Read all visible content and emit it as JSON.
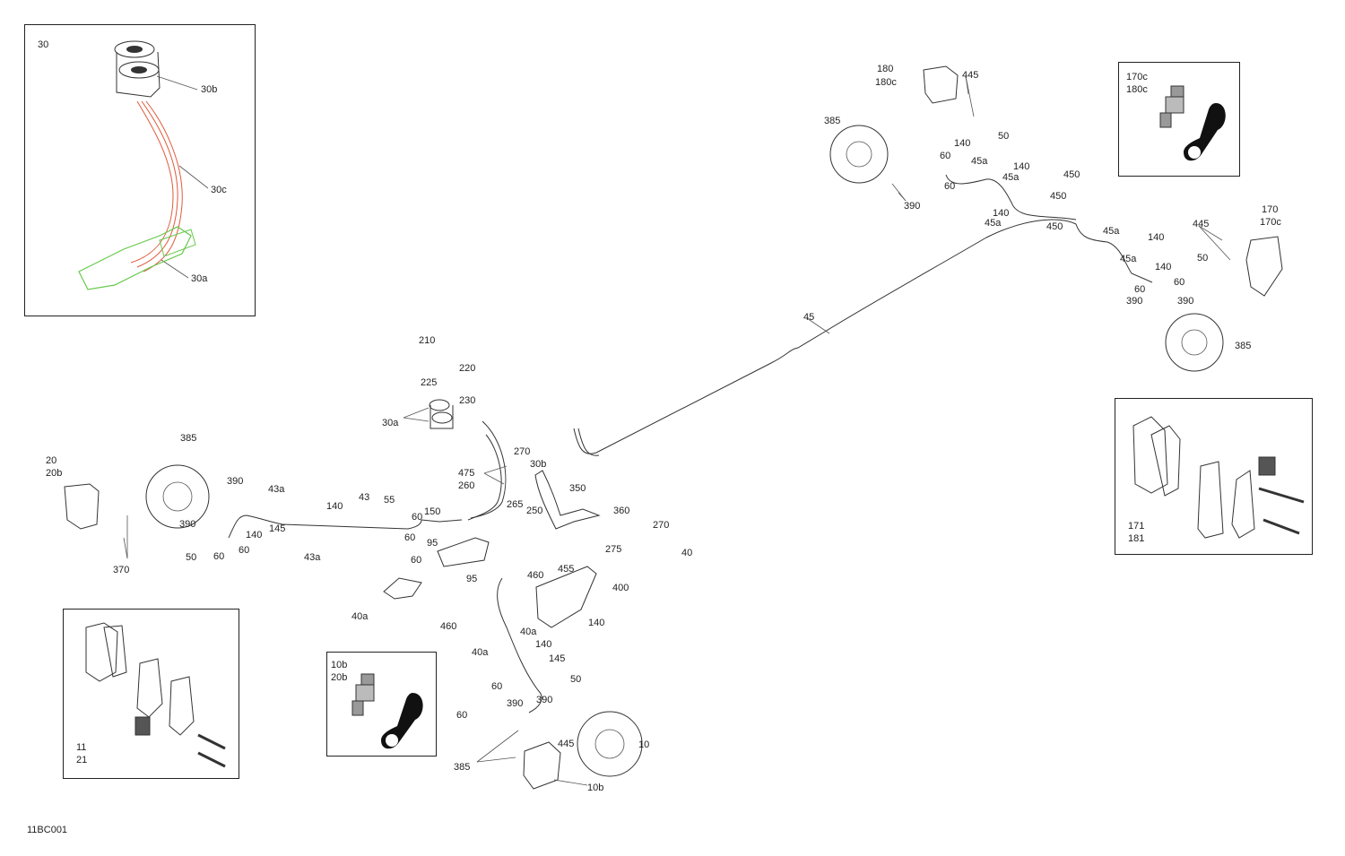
{
  "diagram_code": "11BC001",
  "detail_boxes": [
    {
      "id": "box-30",
      "lines": [
        "30"
      ]
    },
    {
      "id": "box-10b",
      "lines": [
        "10b",
        "20b"
      ]
    },
    {
      "id": "box-11",
      "lines": [
        "11",
        "21"
      ]
    },
    {
      "id": "box-170c",
      "lines": [
        "170c",
        "180c"
      ]
    },
    {
      "id": "box-171",
      "lines": [
        "171",
        "181"
      ]
    }
  ],
  "labels": [
    "30b",
    "30c",
    "30a",
    "180",
    "180c",
    "445",
    "385",
    "140",
    "50",
    "60",
    "45a",
    "140",
    "45a",
    "60",
    "390",
    "450",
    "450",
    "140",
    "45a",
    "450",
    "45a",
    "140",
    "445",
    "170",
    "170c",
    "140",
    "50",
    "45a",
    "60",
    "60",
    "390",
    "390",
    "385",
    "45",
    "210",
    "220",
    "225",
    "230",
    "30a",
    "20",
    "20b",
    "385",
    "390",
    "43a",
    "140",
    "43",
    "55",
    "60",
    "150",
    "390",
    "140",
    "145",
    "50",
    "60",
    "60",
    "43a",
    "60",
    "95",
    "60",
    "95",
    "370",
    "270",
    "30b",
    "475",
    "260",
    "265",
    "250",
    "350",
    "360",
    "270",
    "275",
    "40",
    "460",
    "455",
    "400",
    "40a",
    "460",
    "140",
    "40a",
    "140",
    "40a",
    "145",
    "60",
    "390",
    "50",
    "60",
    "390",
    "445",
    "385",
    "10",
    "10b"
  ]
}
